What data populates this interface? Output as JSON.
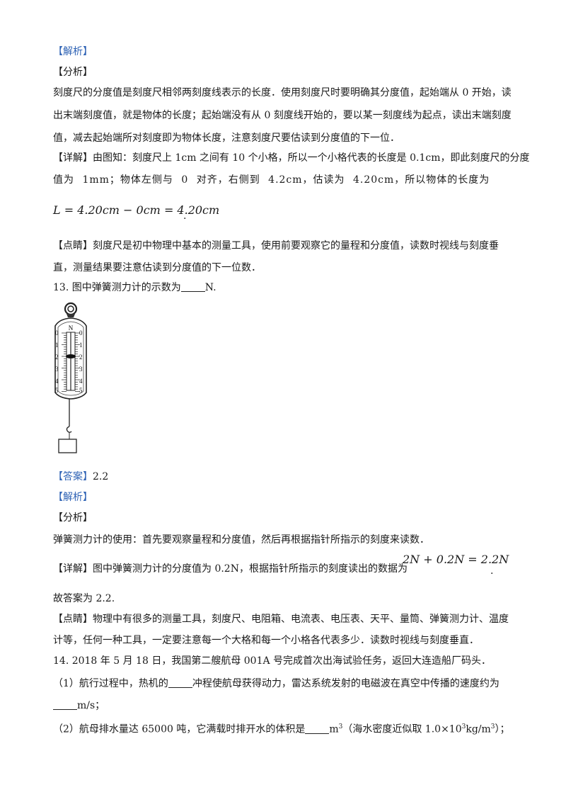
{
  "prev_solution": {
    "jiexi_tag": "【解析】",
    "fenxi_tag": "【分析】",
    "fenxi_lines": [
      "刻度尺的分度值是刻度尺相邻两刻度线表示的长度．使用刻度尺时要明确其分度值，起始端从 0 开始，读",
      "出末端刻度值，就是物体的长度；起始端没有从 0 刻度线开始的，要以某一刻度线为起点，读出末端刻度",
      "值，减去起始端所对刻度即为物体长度，注意刻度尺要估读到分度值的下一位．"
    ],
    "xiangjie_tag": "【详解】",
    "xiangjie_line1": "由图知：刻度尺上 1cm 之间有 10 个小格，所以一个小格代表的长度是 0.1cm，即此刻度尺的分度",
    "xiangjie_line2": "值为 1mm；物体左侧与 0 对齐，右侧到 4.2cm，估读为 4.20cm，所以物体的长度为",
    "formula": "L = 4.20cm − 0cm = 4.20cm",
    "formula_end": ".",
    "dianjing_tag": "【点睛】",
    "dianjing_line1": "刻度尺是初中物理中基本的测量工具，使用前要观察它的量程和分度值，读数时视线与刻度垂",
    "dianjing_line2": "直，测量结果要注意估读到分度值的下一位数．"
  },
  "q13": {
    "stem_before": "13. 图中弹簧测力计的示数为",
    "stem_after": "N.",
    "figure": {
      "unit_label": "N",
      "scale_left": [
        "0",
        "1",
        "2",
        "3",
        "4",
        "5"
      ],
      "scale_right": [
        "0",
        "1",
        "2",
        "3",
        "4",
        "5"
      ]
    },
    "answer_tag": "【答案】",
    "answer": "2.2",
    "jiexi_tag": "【解析】",
    "fenxi_tag": "【分析】",
    "fenxi_line": "弹簧测力计的使用：首先要观察量程和分度值，然后再根据指针所指示的刻度来读数．",
    "xiangjie_tag": "【详解】",
    "xiangjie_line": "图中弹簧测力计的分度值为 0.2N，根据指针所指示的刻度读出的数据为",
    "formula": "2N + 0.2N = 2.2N",
    "formula_end": ".",
    "conclusion": "故答案为 2.2.",
    "dianjing_tag": "【点睛】",
    "dianjing_line1": "物理中有很多的测量工具，刻度尺、电阻箱、电流表、电压表、天平、量筒、弹簧测力计、温度",
    "dianjing_line2": "计等，任何一种工具，一定要注意每一个大格和每一个小格各代表多少．读数时视线与刻度垂直．"
  },
  "q14": {
    "stem": "14. 2018 年 5 月 18 日，我国第二艘航母 001A 号完成首次出海试验任务，返回大连造船厂码头．",
    "p1_before": "（1）航行过程中，热机的",
    "p1_after": "冲程使航母获得动力，雷达系统发射的电磁波在真空中传播的速度约为",
    "p1_line2_after": "m/s；",
    "p2_before": "（2）航母排水量达 65000 吨，它满载时排开水的体积是",
    "p2_unit": "m",
    "p2_unit_exp": "3",
    "p2_note_before": "（海水密度近似取 1.0×10",
    "p2_note_exp1": "3",
    "p2_note_mid": "kg/m",
    "p2_note_exp2": "3",
    "p2_note_after": "）；"
  }
}
